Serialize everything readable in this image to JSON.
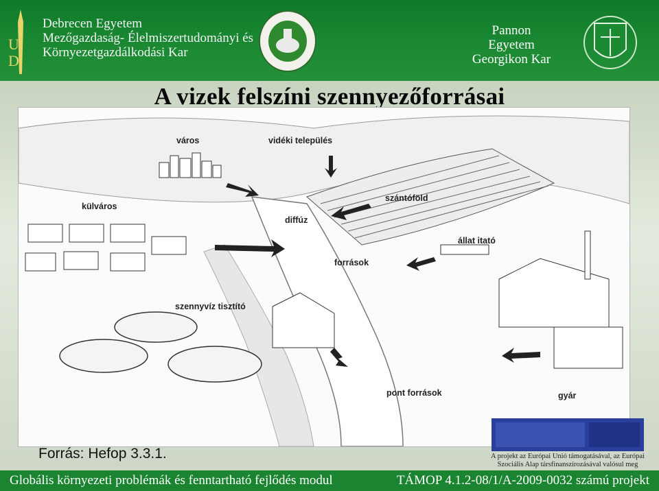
{
  "header": {
    "left_lines": [
      "Debrecen Egyetem",
      "Mezőgazdaság- Élelmiszertudományi és",
      "Környezetgazdálkodási Kar"
    ],
    "right_lines": [
      "Pannon Egyetem",
      "Georgikon Kar"
    ]
  },
  "title": "A vizek felszíni szennyezőforrásai",
  "figure_labels": {
    "varos": "város",
    "videki": "vidéki település",
    "kulvaros": "külváros",
    "diffuz": "diffúz",
    "szantofold": "szántóföld",
    "allat": "állat itató",
    "forrasok": "források",
    "szennyviz": "szennyvíz tisztító",
    "pont": "pont források",
    "gyar": "gyár"
  },
  "source": "Forrás: Hefop 3.3.1.",
  "eu_note": [
    "A projekt az Európai Unió támogatásával, az Európai",
    "Szociális Alap társfinanszírozásával valósul meg"
  ],
  "footer": {
    "left": "Globális környezeti problémák és fenntartható fejlődés modul",
    "right": "TÁMOP 4.1.2-08/1/A-2009-0032 számú projekt"
  },
  "colors": {
    "header_green": "#1c8a33",
    "footer_green": "#1b8431",
    "eu_blue": "#2a3f9a"
  }
}
